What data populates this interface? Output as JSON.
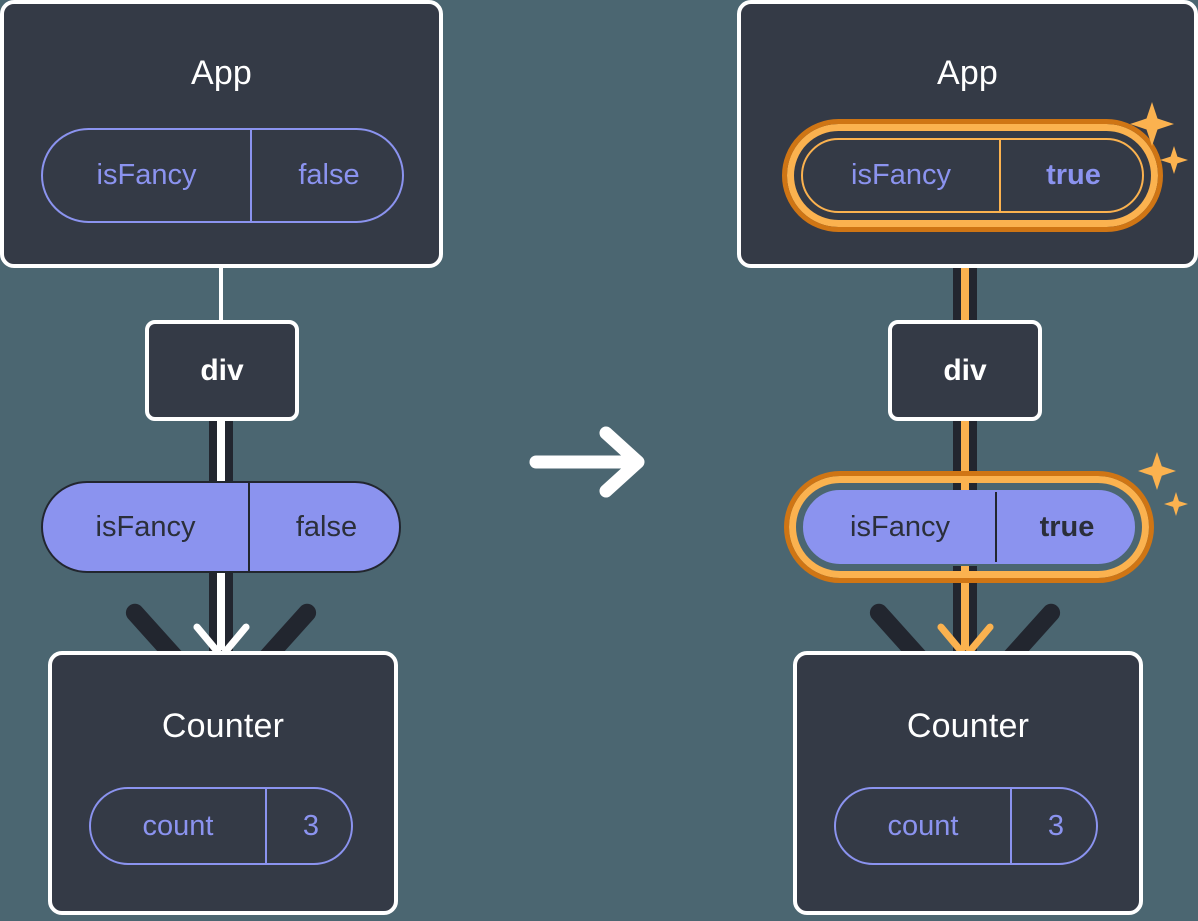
{
  "diagram": {
    "title": "React state propagation — before and after isFancy flips to true",
    "type": "component-tree-diagram",
    "background_color": "#4b6671",
    "colors": {
      "box_fill": "#343a46",
      "box_border": "#ffffff",
      "pill_purple": "#8b93ef",
      "pill_text_dark": "#2b2f3a",
      "edge_dark": "#22262f",
      "edge_light": "#ffffff",
      "highlight_orange": "#fbb24f",
      "highlight_orange_dark": "#cf7514"
    },
    "transition_icon": "arrow-right-icon"
  },
  "panels": [
    {
      "id": "before",
      "nodes": {
        "app": {
          "title": "App",
          "prop": {
            "name": "isFancy",
            "value": "false",
            "highlighted": false,
            "style": "outline"
          }
        },
        "div": {
          "label": "div"
        },
        "prop_pill": {
          "name": "isFancy",
          "value": "false",
          "highlighted": false,
          "style": "solid"
        },
        "counter": {
          "title": "Counter",
          "state": {
            "name": "count",
            "value": "3",
            "highlighted": false,
            "style": "outline"
          }
        }
      },
      "edges": {
        "app_to_div": "white-thin",
        "div_to_pill": "dark-with-white-core",
        "pill_to_counter": "dark-arrow-with-white-core"
      },
      "sparkles": false
    },
    {
      "id": "after",
      "nodes": {
        "app": {
          "title": "App",
          "prop": {
            "name": "isFancy",
            "value": "true",
            "highlighted": true,
            "style": "outline"
          }
        },
        "div": {
          "label": "div"
        },
        "prop_pill": {
          "name": "isFancy",
          "value": "true",
          "highlighted": true,
          "style": "solid"
        },
        "counter": {
          "title": "Counter",
          "state": {
            "name": "count",
            "value": "3",
            "highlighted": false,
            "style": "outline"
          }
        }
      },
      "edges": {
        "app_to_div": "orange-thin",
        "div_to_pill": "dark-with-orange-core",
        "pill_to_counter": "dark-arrow-with-orange-core"
      },
      "sparkles": true,
      "sparkle_icons": [
        "sparkle-large-icon",
        "sparkle-small-icon"
      ]
    }
  ]
}
